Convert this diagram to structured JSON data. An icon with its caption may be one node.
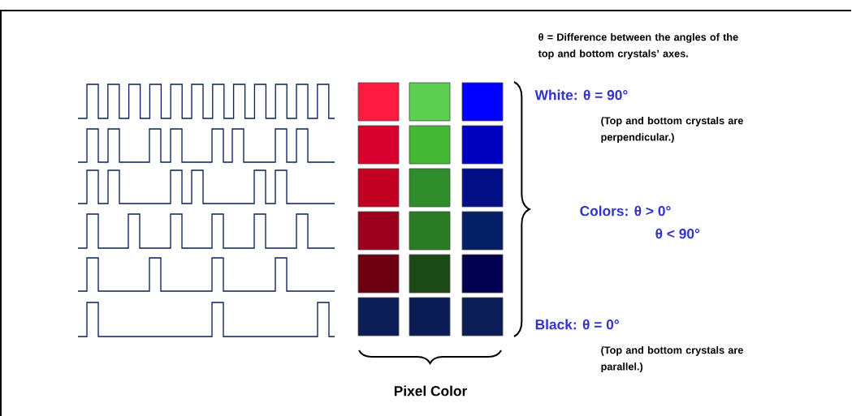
{
  "diagram": {
    "labels": [
      "θ = Difference between the angles of the top and bottom crystals’ axes.",
      "White: θ = 90°",
      "(Top and bottom crystals are perpendicular.)",
      "Colors: θ > 0°",
      "θ < 90°",
      "Black: θ = 0°",
      "(Top and bottom crystals are parallel.)",
      "Pixel Color"
    ]
  }
}
